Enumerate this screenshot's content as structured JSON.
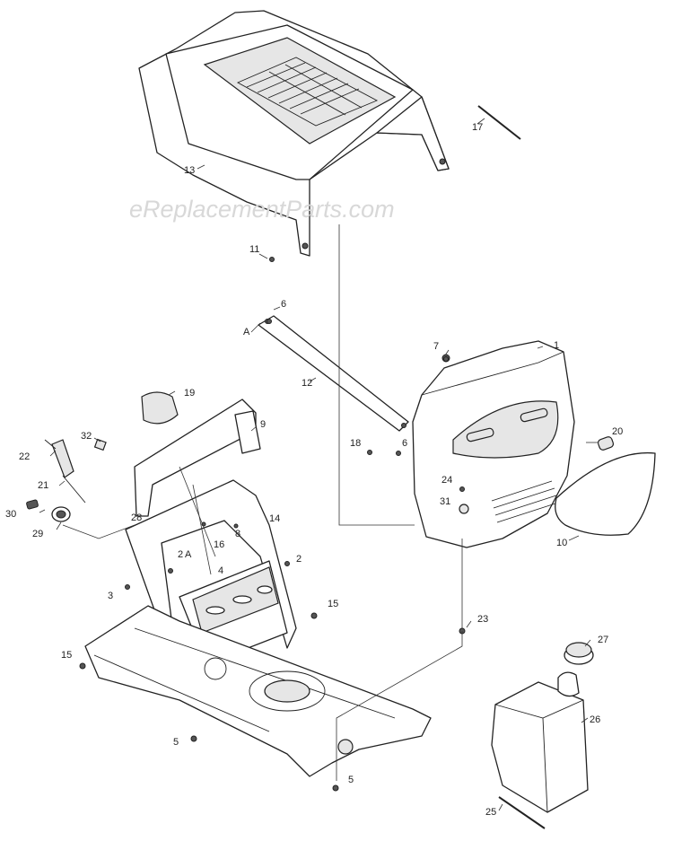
{
  "watermark": "eReplacementParts.com",
  "callouts": [
    {
      "id": "c1",
      "text": "1"
    },
    {
      "id": "c2a",
      "text": "2"
    },
    {
      "id": "c2b",
      "text": "2"
    },
    {
      "id": "c3",
      "text": "3"
    },
    {
      "id": "c4",
      "text": "4"
    },
    {
      "id": "c5a",
      "text": "5"
    },
    {
      "id": "c5b",
      "text": "5"
    },
    {
      "id": "c6a",
      "text": "6"
    },
    {
      "id": "c6b",
      "text": "6"
    },
    {
      "id": "c7",
      "text": "7"
    },
    {
      "id": "c8",
      "text": "8"
    },
    {
      "id": "c9",
      "text": "9"
    },
    {
      "id": "c10",
      "text": "10"
    },
    {
      "id": "c11",
      "text": "11"
    },
    {
      "id": "c12",
      "text": "12"
    },
    {
      "id": "c13",
      "text": "13"
    },
    {
      "id": "c14",
      "text": "14"
    },
    {
      "id": "c15a",
      "text": "15"
    },
    {
      "id": "c15b",
      "text": "15"
    },
    {
      "id": "c16",
      "text": "16"
    },
    {
      "id": "c17",
      "text": "17"
    },
    {
      "id": "c18",
      "text": "18"
    },
    {
      "id": "c19",
      "text": "19"
    },
    {
      "id": "c20",
      "text": "20"
    },
    {
      "id": "c21",
      "text": "21"
    },
    {
      "id": "c22",
      "text": "22"
    },
    {
      "id": "c23",
      "text": "23"
    },
    {
      "id": "c24",
      "text": "24"
    },
    {
      "id": "c25",
      "text": "25"
    },
    {
      "id": "c26",
      "text": "26"
    },
    {
      "id": "c27",
      "text": "27"
    },
    {
      "id": "c28",
      "text": "28"
    },
    {
      "id": "c29",
      "text": "29"
    },
    {
      "id": "c30",
      "text": "30"
    },
    {
      "id": "c31",
      "text": "31"
    },
    {
      "id": "c32",
      "text": "32"
    },
    {
      "id": "cA1",
      "text": "A"
    },
    {
      "id": "cA2",
      "text": "A"
    }
  ]
}
